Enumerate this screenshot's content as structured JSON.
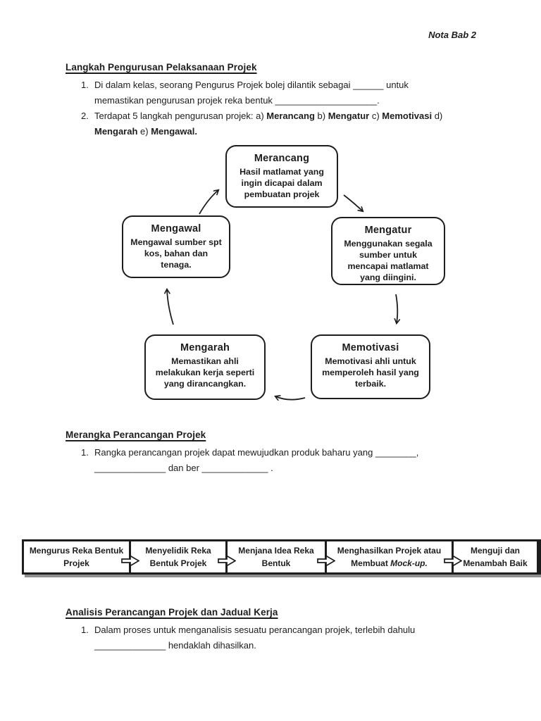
{
  "colors": {
    "ink": "#1d1d1d",
    "paper": "#ffffff",
    "bar_shadow": "#8f8f8f"
  },
  "header": {
    "note": "Nota Bab 2"
  },
  "section_langkah": {
    "heading": "Langkah Pengurusan Pelaksanaan Projek",
    "items": [
      {
        "num": "1.",
        "lines": [
          [
            {
              "t": "Di dalam kelas, seorang Pengurus Projek bolej dilantik sebagai ______ untuk"
            }
          ],
          [
            {
              "t": "memastikan pengurusan projek reka bentuk ____________________."
            }
          ]
        ]
      },
      {
        "num": "2.",
        "lines": [
          [
            {
              "t": "Terdapat 5 langkah pengurusan projek: a) "
            },
            {
              "t": "Merancang",
              "b": true
            },
            {
              "t": " b) "
            },
            {
              "t": "Mengatur",
              "b": true
            },
            {
              "t": " c) "
            },
            {
              "t": "Memotivasi",
              "b": true
            },
            {
              "t": " d)"
            }
          ],
          [
            {
              "t": "Mengarah",
              "b": true
            },
            {
              "t": " e) "
            },
            {
              "t": "Mengawal.",
              "b": true
            }
          ]
        ]
      }
    ]
  },
  "cycle": {
    "nodes": [
      {
        "title": "Merancang",
        "body": "Hasil matlamat yang ingin dicapai dalam pembuatan projek"
      },
      {
        "title": "Mengatur",
        "body": "Menggunakan segala sumber untuk mencapai matlamat yang diingini."
      },
      {
        "title": "Memotivasi",
        "body": "Memotivasi ahli untuk memperoleh hasil yang terbaik."
      },
      {
        "title": "Mengarah",
        "body": "Memastikan ahli melakukan kerja seperti yang dirancangkan."
      },
      {
        "title": "Mengawal",
        "body": "Mengawal sumber spt kos, bahan dan tenaga."
      }
    ]
  },
  "section_merangka": {
    "heading": "Merangka Perancangan Projek",
    "items": [
      {
        "num": "1.",
        "lines": [
          [
            {
              "t": "Rangka perancangan projek dapat mewujudkan produk baharu yang ________,"
            }
          ],
          [
            {
              "t": "______________ dan ber _____________ ."
            }
          ]
        ]
      }
    ]
  },
  "flow": {
    "steps": [
      {
        "lines": [
          [
            {
              "t": "Mengurus Reka Bentuk"
            }
          ],
          [
            {
              "t": "Projek"
            }
          ]
        ]
      },
      {
        "lines": [
          [
            {
              "t": "Menyelidik Reka"
            }
          ],
          [
            {
              "t": "Bentuk Projek"
            }
          ]
        ]
      },
      {
        "lines": [
          [
            {
              "t": "Menjana Idea Reka"
            }
          ],
          [
            {
              "t": "Bentuk"
            }
          ]
        ]
      },
      {
        "lines": [
          [
            {
              "t": "Menghasilkan Projek atau"
            }
          ],
          [
            {
              "t": "Membuat "
            },
            {
              "t": "Mock-up.",
              "i": true
            }
          ]
        ]
      },
      {
        "lines": [
          [
            {
              "t": "Menguji dan"
            }
          ],
          [
            {
              "t": "Menambah Baik"
            }
          ]
        ]
      }
    ]
  },
  "section_analisis": {
    "heading": "Analisis Perancangan Projek dan Jadual Kerja",
    "items": [
      {
        "num": "1.",
        "lines": [
          [
            {
              "t": "Dalam proses untuk menganalisis sesuatu perancangan projek, terlebih dahulu"
            }
          ],
          [
            {
              "t": "______________ hendaklah dihasilkan."
            }
          ]
        ]
      }
    ]
  }
}
